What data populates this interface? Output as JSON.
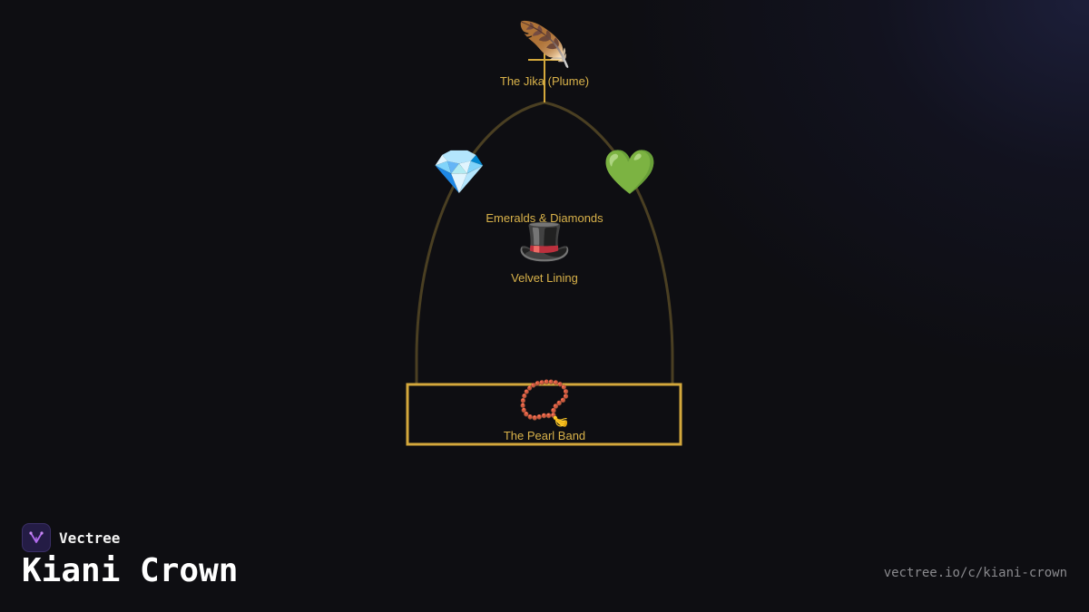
{
  "brand": {
    "name": "Vectree",
    "logo_icon": "vectree-logo-icon"
  },
  "title": "Kiani Crown",
  "url": "vectree.io/c/kiani-crown",
  "colors": {
    "background": "#0e0e12",
    "accent_gold": "#d9b24a",
    "outline_dim_gold": "#4a3f22",
    "band_border": "#d4a83c",
    "logo_bg": "#241c45",
    "logo_accent": "#b46cf0"
  },
  "diagram": {
    "nodes": [
      {
        "id": "plume",
        "icon": "feather-icon",
        "glyph": "🪶",
        "label": "The Jika (Plume)"
      },
      {
        "id": "diamond",
        "icon": "gem-icon",
        "glyph": "💎",
        "label": ""
      },
      {
        "id": "emerald",
        "icon": "green-heart-icon",
        "glyph": "💚",
        "label": ""
      },
      {
        "id": "gems",
        "icon": "",
        "glyph": "",
        "label": "Emeralds & Diamonds"
      },
      {
        "id": "velvet",
        "icon": "top-hat-icon",
        "glyph": "🎩",
        "label": "Velvet Lining"
      },
      {
        "id": "band",
        "icon": "prayer-beads-icon",
        "glyph": "📿",
        "label": "The Pearl Band"
      }
    ]
  }
}
